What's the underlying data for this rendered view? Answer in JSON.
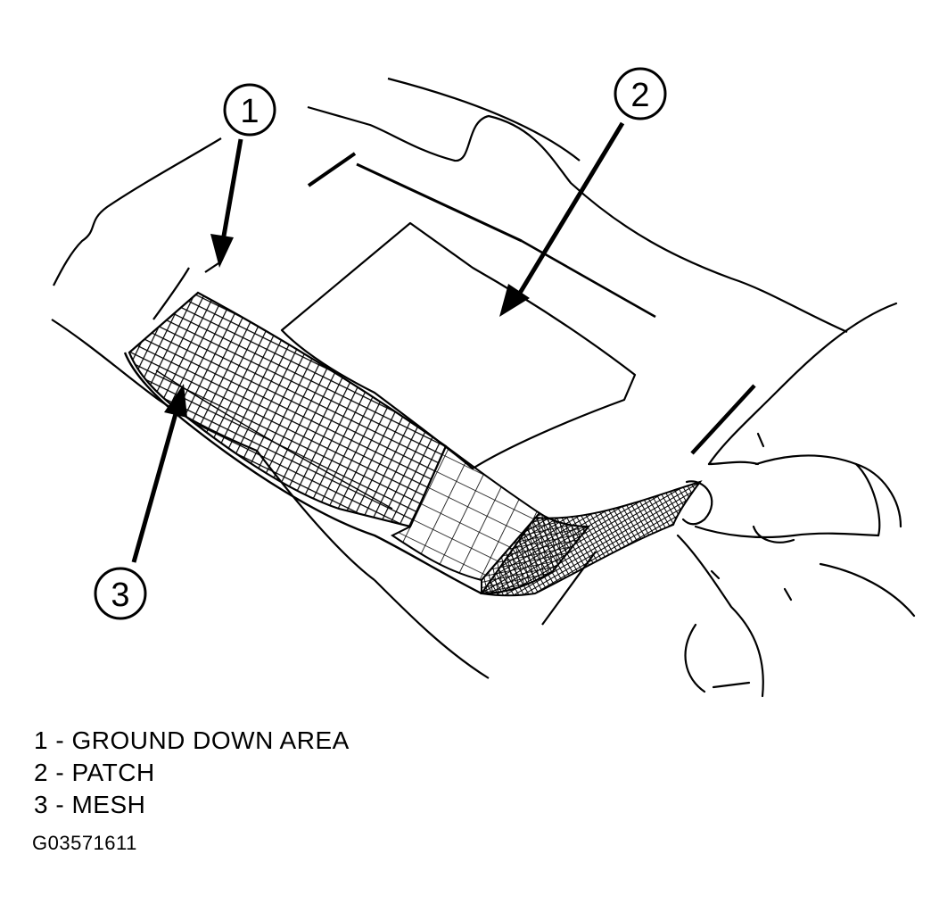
{
  "callouts": [
    {
      "number": "1"
    },
    {
      "number": "2"
    },
    {
      "number": "3"
    }
  ],
  "legend": [
    {
      "text": "1 - GROUND DOWN AREA"
    },
    {
      "text": "2 - PATCH"
    },
    {
      "text": "3 - MESH"
    }
  ],
  "figure_id": "G03571611",
  "colors": {
    "ink": "#000000",
    "paper": "#ffffff"
  }
}
